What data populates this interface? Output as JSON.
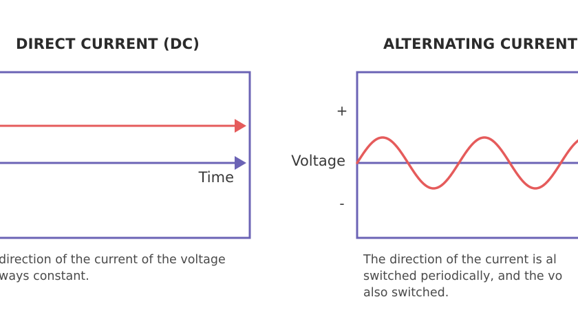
{
  "colors": {
    "frame": "#6b63b5",
    "axis": "#6b63b5",
    "current": "#e55b5b",
    "text": "#333333"
  },
  "dc_panel": {
    "title": "DIRECT CURRENT (DC)",
    "x_axis_label": "Time",
    "caption_lines": [
      "direction of the current of the voltage",
      "ways constant."
    ]
  },
  "ac_panel": {
    "title": "ALTERNATING CURRENT",
    "y_axis_label": "Voltage",
    "plus_label": "+",
    "minus_label": "-",
    "caption_lines": [
      "The direction of the current is al",
      "switched periodically, and the vo",
      "also switched."
    ]
  }
}
